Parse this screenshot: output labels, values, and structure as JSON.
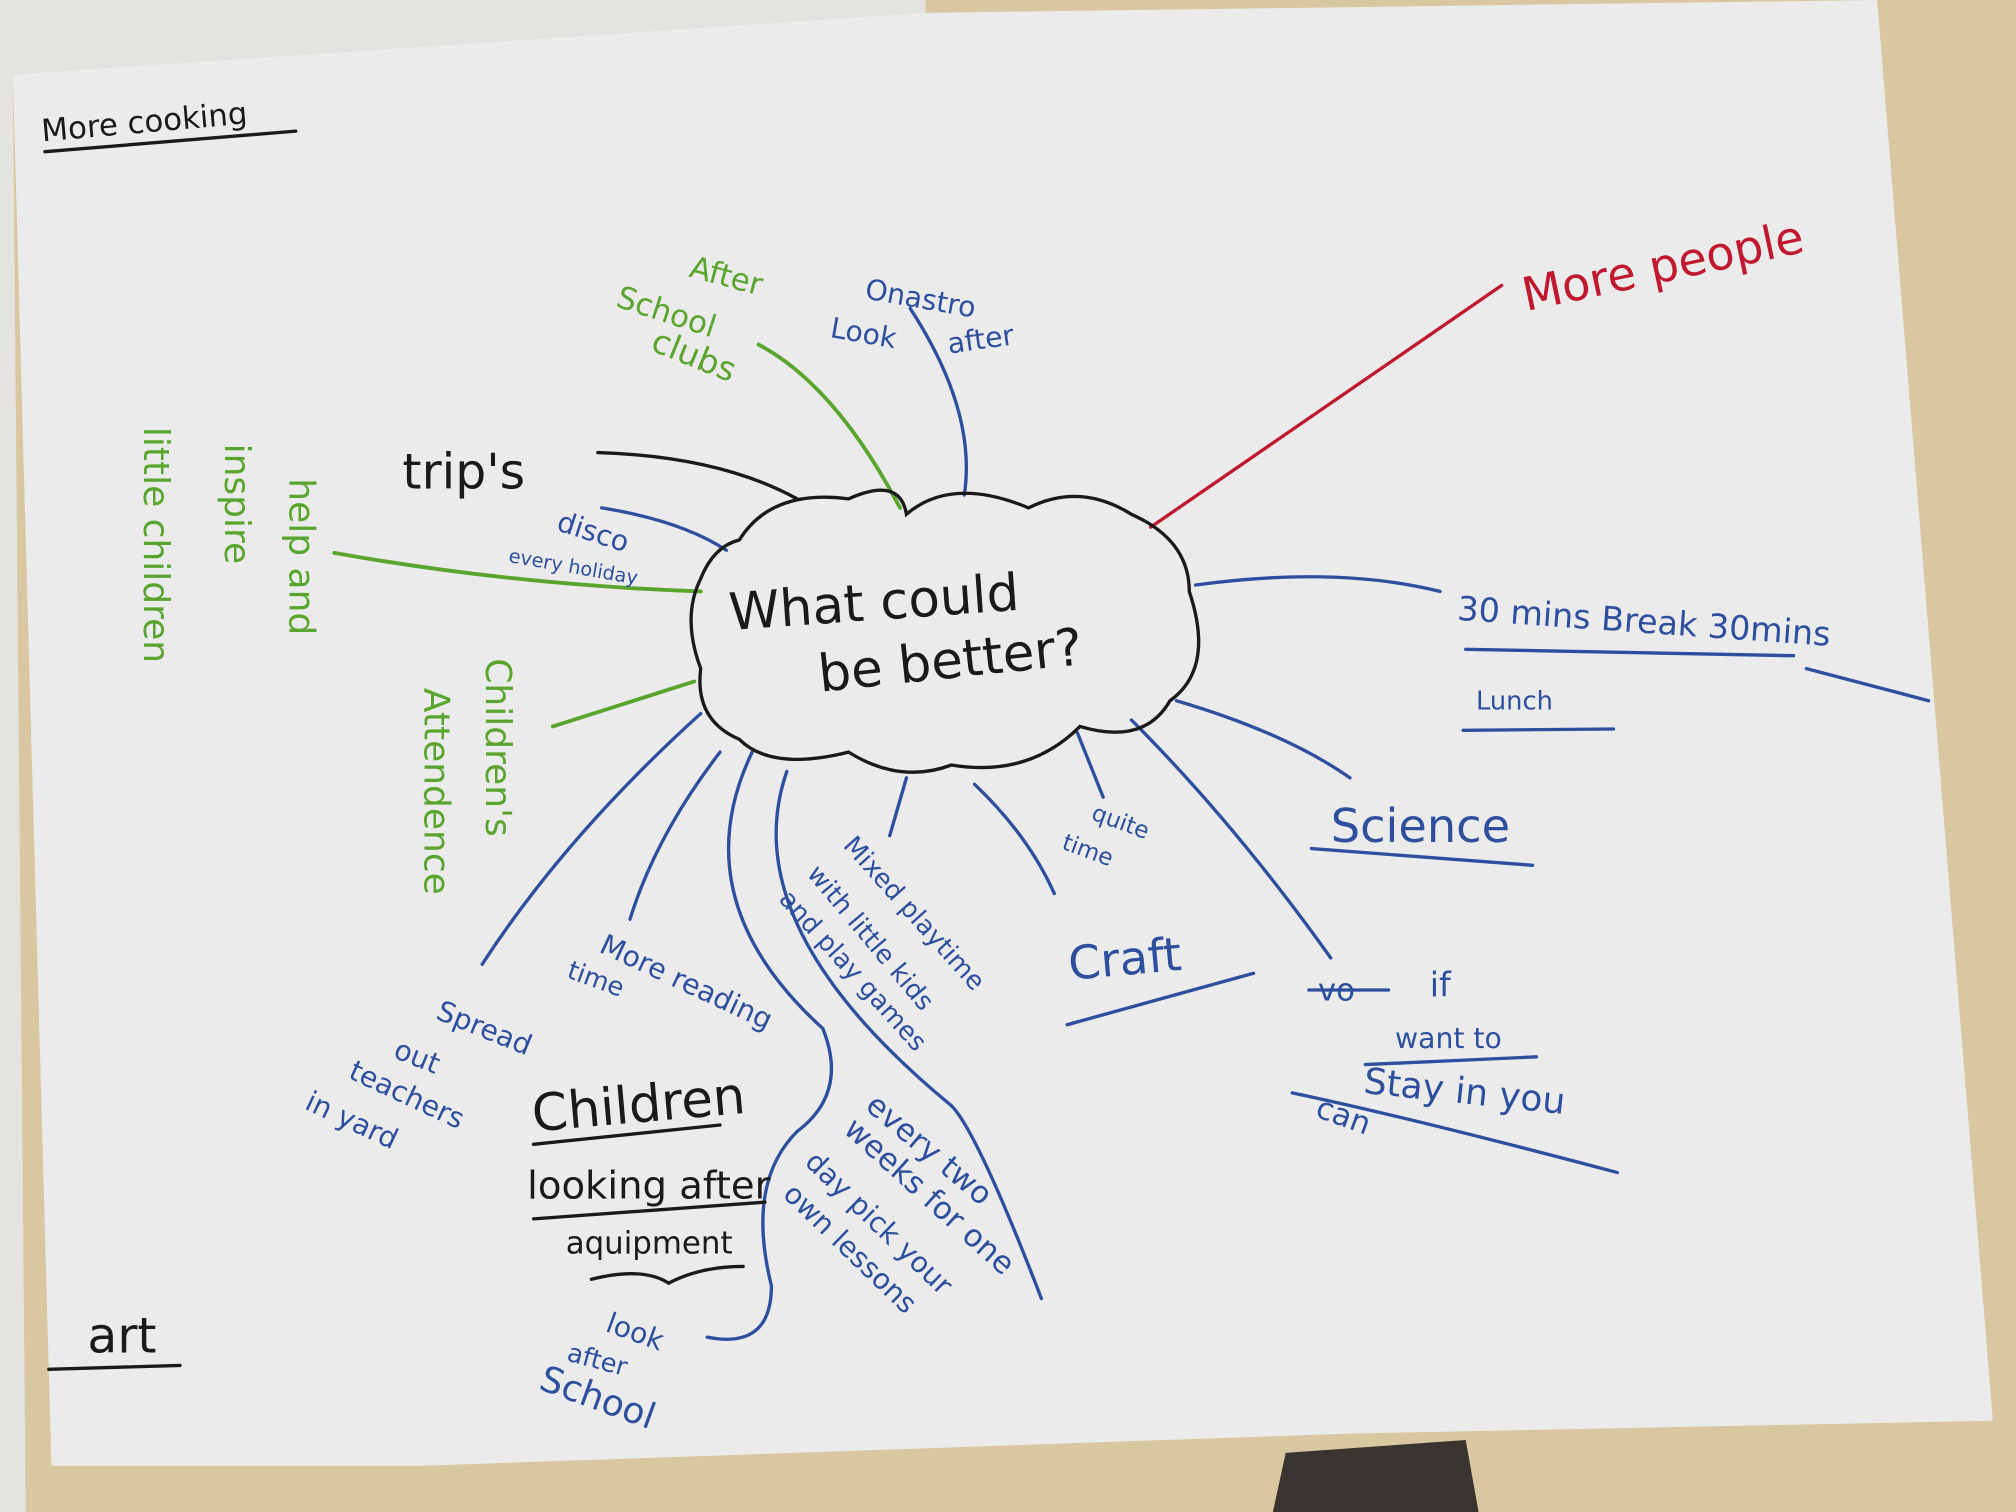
{
  "title": "What could be better?",
  "center": {
    "line1": "What could",
    "line2": "be better?"
  },
  "colors": {
    "black": "#1a1a1a",
    "green": "#5aa52e",
    "blue": "#2d4f9e",
    "red": "#c0182e",
    "paper": "#ececec",
    "table": "#d8c7a0"
  },
  "corner_notes": {
    "more_cooking": "More cooking",
    "art": "art"
  },
  "branches": {
    "after_school_clubs": [
      "After",
      "School",
      "clubs"
    ],
    "look_after": [
      "Onastro",
      "Look",
      "after"
    ],
    "trips": "trip's",
    "disco": [
      "disco",
      "every holiday"
    ],
    "help_inspire": [
      "help and",
      "inspire",
      "little children"
    ],
    "attendance": [
      "Children's",
      "Attendence"
    ],
    "more_people": "More people",
    "break": [
      "30 mins Break 30mins",
      "Lunch"
    ],
    "science": "Science",
    "quite_time": [
      "quite",
      "time"
    ],
    "craft": "Craft",
    "stay_in": [
      "vo",
      "if",
      "want to",
      "Stay in you",
      "can"
    ],
    "mixed_playtime": [
      "Mixed playtime",
      "with little kids",
      "and play games"
    ],
    "more_reading": [
      "More reading",
      "time"
    ],
    "spread_out": [
      "Spread",
      "out",
      "teachers",
      "in yard"
    ],
    "children_equipment": [
      "Children",
      "looking after",
      "aquipment"
    ],
    "every_two_weeks": [
      "every two",
      "weeks for one",
      "day pick your",
      "own lessons"
    ],
    "look_after_school": [
      "look",
      "after",
      "School"
    ]
  }
}
